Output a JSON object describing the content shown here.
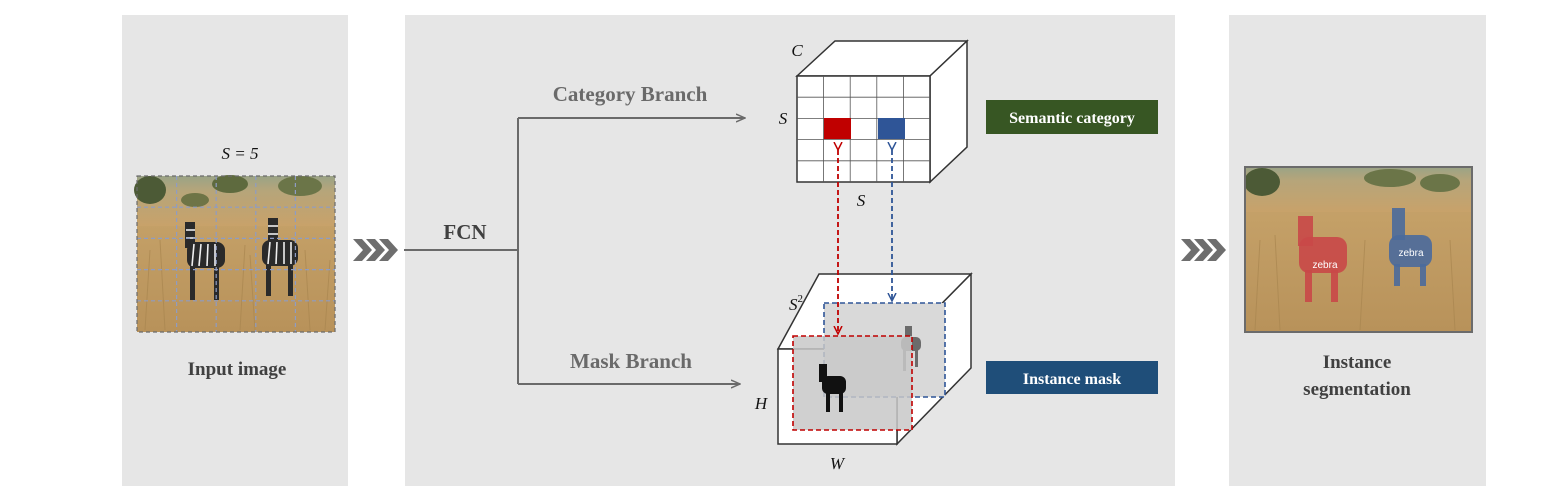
{
  "left_panel": {
    "grid_label": "S = 5",
    "caption": "Input image"
  },
  "middle_panel": {
    "backbone_label": "FCN",
    "category_branch_label": "Category Branch",
    "mask_branch_label": "Mask Branch",
    "category_tensor": {
      "depth_label": "C",
      "height_label": "S",
      "width_label": "S"
    },
    "mask_tensor": {
      "depth_label": "S",
      "depth_superscript": "2",
      "height_label": "H",
      "width_label": "W"
    },
    "semantic_category_tag": "Semantic category",
    "instance_mask_tag": "Instance mask",
    "colors": {
      "red": "#c00000",
      "blue": "#2f5597",
      "green_tag": "#375623",
      "blue_tag": "#1f4e79"
    }
  },
  "right_panel": {
    "caption_line1": "Instance",
    "caption_line2": "segmentation",
    "instance_labels": [
      "zebra",
      "zebra"
    ]
  }
}
